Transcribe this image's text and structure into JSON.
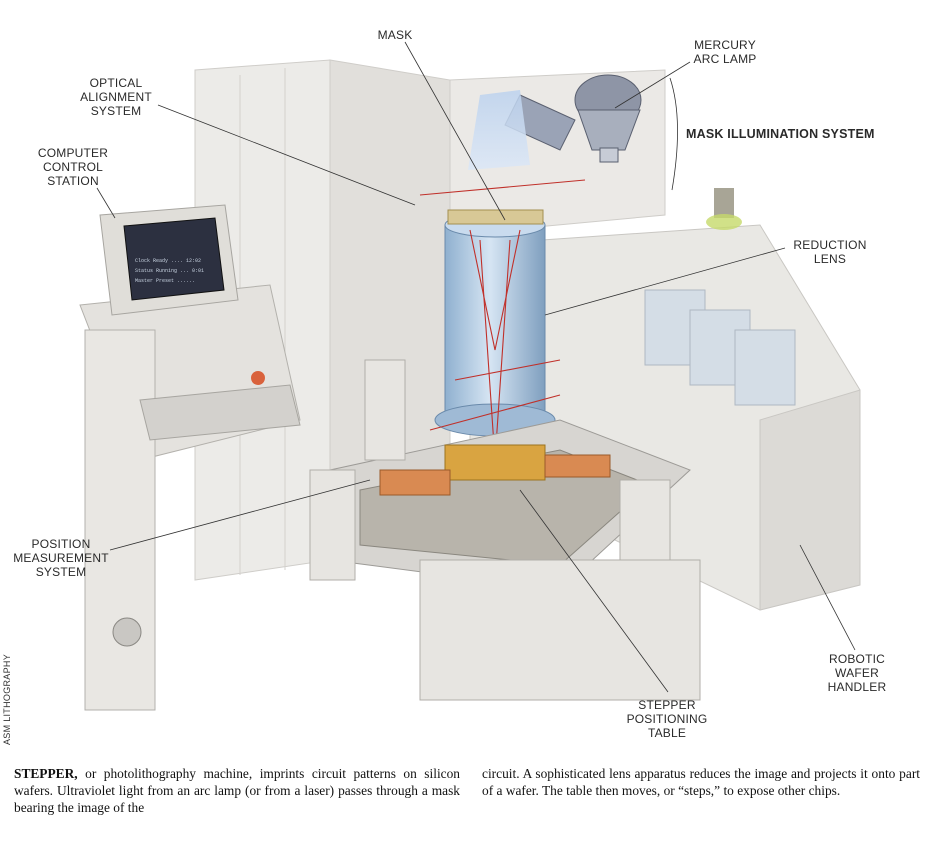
{
  "labels": {
    "mask": "MASK",
    "mercury_arc_lamp": "MERCURY\nARC LAMP",
    "optical_alignment_system": "OPTICAL\nALIGNMENT\nSYSTEM",
    "mask_illumination_system": "MASK ILLUMINATION SYSTEM",
    "computer_control_station": "COMPUTER\nCONTROL\nSTATION",
    "reduction_lens": "REDUCTION\nLENS",
    "position_measurement_system": "POSITION\nMEASUREMENT\nSYSTEM",
    "robotic_wafer_handler": "ROBOTIC\nWAFER\nHANDLER",
    "stepper_positioning_table": "STEPPER\nPOSITIONING\nTABLE"
  },
  "credit": "ASM LITHOGRAPHY",
  "caption": {
    "lead": "STEPPER,",
    "col1": " or photolithography machine, imprints circuit patterns on silicon wafers. Ultraviolet light from an arc lamp (or from a laser) passes through a mask bearing the image of the",
    "col2": "circuit. A sophisticated lens apparatus reduces the image and projects it onto part of a wafer. The table then moves, or “steps,” to expose other chips."
  },
  "colors": {
    "machine_body": "#e6e4e0",
    "lens_blue": "#a9c4dc",
    "light_beam": "#c9daf0",
    "laser_red": "#c0302a",
    "wafer_gold": "#d9a441"
  }
}
